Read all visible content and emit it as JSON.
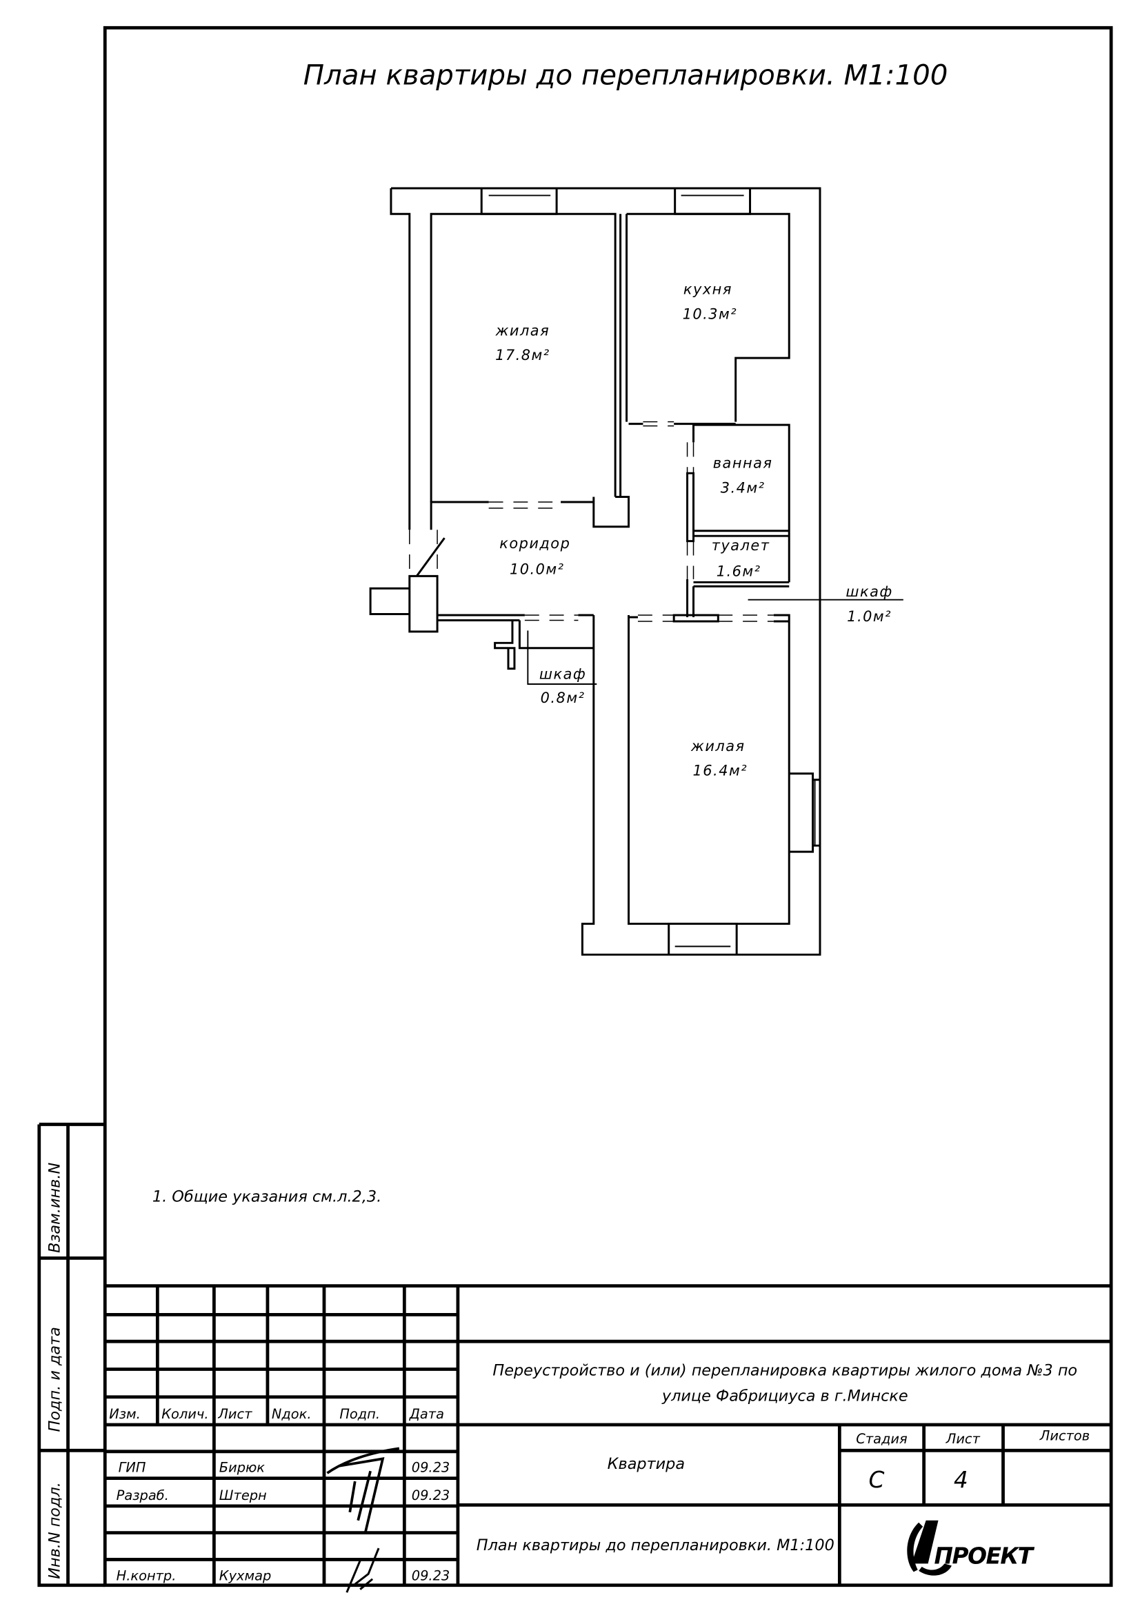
{
  "title": "План квартиры до перепланировки. М1:100",
  "note": "1. Общие указания см.л.2,3.",
  "rooms": [
    {
      "name": "жилая",
      "area": "17.8м²"
    },
    {
      "name": "кухня",
      "area": "10.3м²"
    },
    {
      "name": "ванная",
      "area": "3.4м²"
    },
    {
      "name": "коридор",
      "area": "10.0м²"
    },
    {
      "name": "туалет",
      "area": "1.6м²"
    },
    {
      "name": "шкаф",
      "area": "1.0м²"
    },
    {
      "name": "шкаф",
      "area": "0.8м²"
    },
    {
      "name": "жилая",
      "area": "16.4м²"
    }
  ],
  "side_strip": {
    "vzam": "Взам.инв.N",
    "podp": "Подп. и дата",
    "inv": "Инв.N подл."
  },
  "stamp": {
    "headers": [
      "Изм.",
      "Колич.",
      "Лист",
      "Nдок.",
      "Подп.",
      "Дата"
    ],
    "people": [
      {
        "role": "ГИП",
        "name": "Бирюк",
        "date": "09.23"
      },
      {
        "role": "Разраб.",
        "name": "Штерн",
        "date": "09.23"
      },
      {
        "role": "Н.контр.",
        "name": "Кухмар",
        "date": "09.23"
      }
    ],
    "project_line1": "Переустройство и (или) перепланировка квартиры жилого дома №3 по",
    "project_line2": "улице Фабрициуса в г.Минске",
    "object": "Квартира",
    "stage_label": "Стадия",
    "sheet_label": "Лист",
    "sheets_label": "Листов",
    "stage": "С",
    "sheet": "4",
    "drawing_title": "План квартиры до перепланировки. М1:100",
    "logo": "АПРОЕКТ"
  }
}
